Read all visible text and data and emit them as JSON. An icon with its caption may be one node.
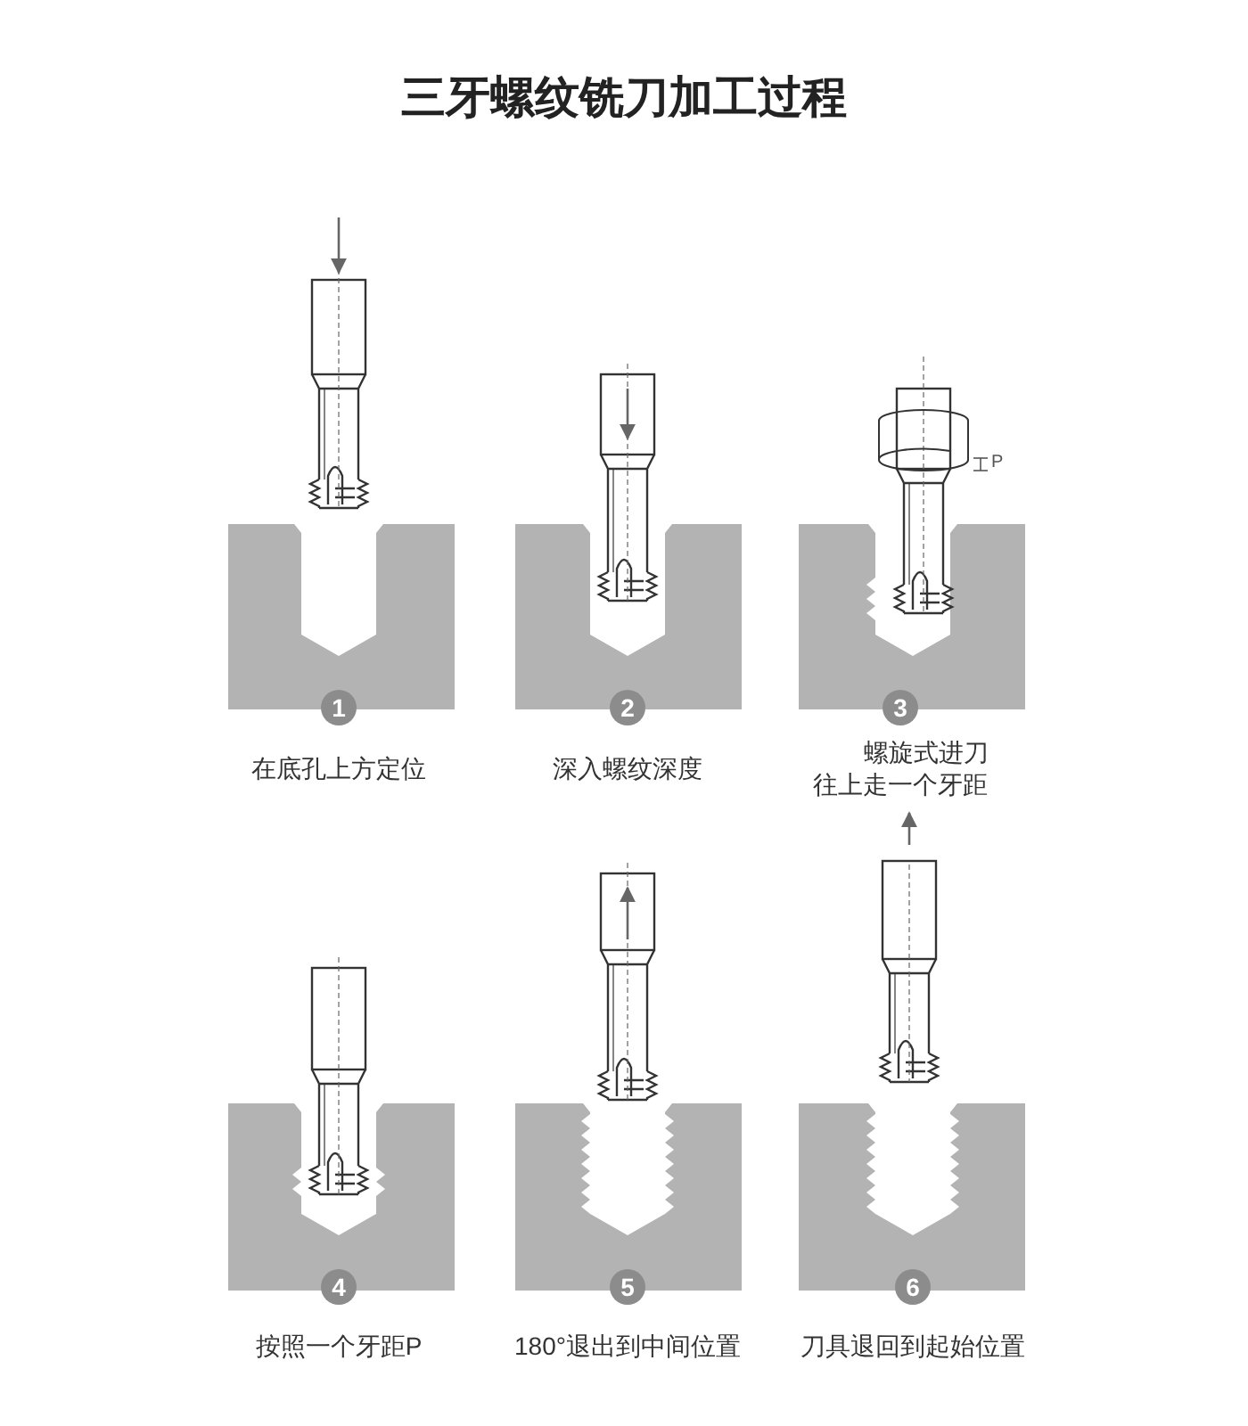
{
  "diagram": {
    "title": "三牙螺纹铣刀加工过程",
    "nodes": [
      {
        "text": [
          "1"
        ],
        "beside": [
          "在底孔上方定位"
        ]
      },
      {
        "text": [
          "2"
        ],
        "beside": [
          "深入螺纹深度"
        ]
      },
      {
        "text": [
          "3"
        ],
        "beside": [
          "螺旋式进刀往上走一个牙距"
        ]
      },
      {
        "text": [
          "4"
        ],
        "beside": [
          "按照一个牙距P"
        ]
      },
      {
        "text": [
          "5"
        ],
        "beside": [
          "180°退出到中间位置"
        ]
      },
      {
        "text": [
          "6"
        ],
        "beside": [
          "刀具退回到起始位置"
        ]
      }
    ],
    "labels": [
      "P"
    ]
  }
}
